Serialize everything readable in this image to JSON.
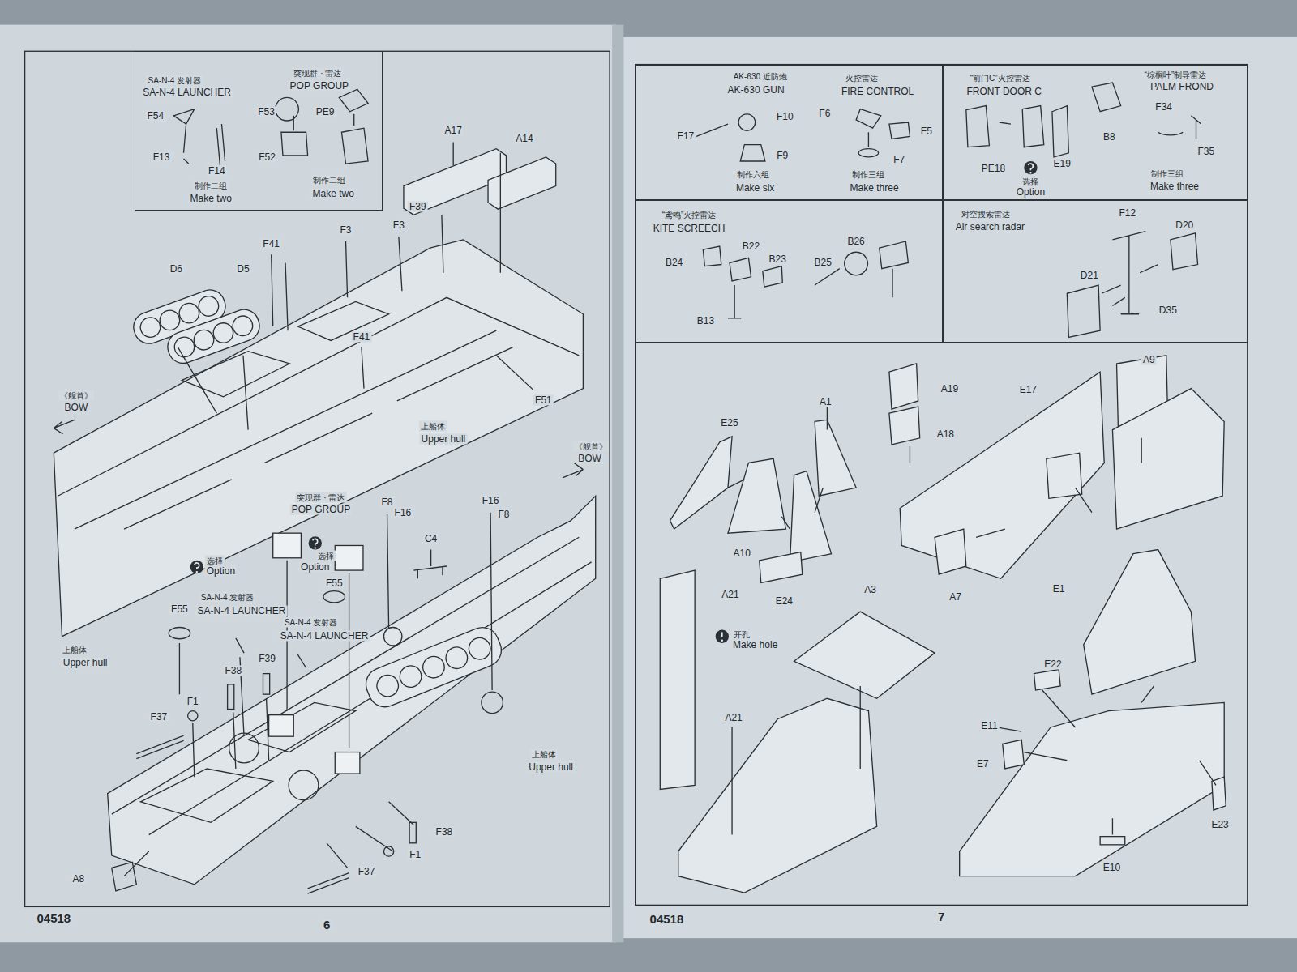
{
  "diagram": {
    "nodes": [
      {
        "text": [
          "SA-N-4 发射器",
          "SA-N-4 LAUNCHER",
          "突现群 · 雷达",
          "POP GROUP"
        ]
      },
      {
        "text": [
          "AK-630 近防炮",
          "AK-630 GUN",
          "火控雷达",
          "FIRE CONTROL"
        ]
      },
      {
        "text": [
          "“前门C”火控雷达",
          "FRONT DOOR C",
          "“棕榈叶”制导雷达",
          "PALM FROND"
        ]
      },
      {
        "text": [
          "“鸢鸣”火控雷达",
          "KITE SCREECH"
        ]
      },
      {
        "text": [
          "对空搜索雷达",
          "Air search radar"
        ]
      }
    ],
    "labels": [
      "F54",
      "F13",
      "F14",
      "制作二组",
      "Make two",
      "F53",
      "PE9",
      "F52",
      "制作二组",
      "Make two",
      "A17",
      "A14",
      "F39",
      "F3",
      "F3",
      "F41",
      "D6",
      "D5",
      "F41",
      "F51",
      "《舰首》",
      "BOW",
      "上船体",
      "Upper hull",
      "《舰首》",
      "BOW",
      "突现群 · 雷达",
      "POP GROUP",
      "F8",
      "F16",
      "F16",
      "F8",
      "C4",
      "选择",
      "Option",
      "选择",
      "Option",
      "SA-N-4 发射器",
      "SA-N-4 LAUNCHER",
      "F55",
      "F55",
      "SA-N-4 发射器",
      "SA-N-4 LAUNCHER",
      "上船体",
      "Upper hull",
      "F38",
      "F39",
      "F1",
      "F37",
      "上船体",
      "Upper hull",
      "F38",
      "F1",
      "F37",
      "A8",
      "04518",
      "6",
      "F10",
      "F17",
      "F9",
      "制作六组",
      "Make six",
      "F6",
      "F5",
      "F7",
      "制作三组",
      "Make three",
      "B8",
      "PE18",
      "E19",
      "选择",
      "Option",
      "F34",
      "F35",
      "制作三组",
      "Make three",
      "B22",
      "B26",
      "B24",
      "B23",
      "B25",
      "B13",
      "F12",
      "D20",
      "D21",
      "D35",
      "A9",
      "A19",
      "A1",
      "E17",
      "E25",
      "A18",
      "A10",
      "E24",
      "A7",
      "E1",
      "A3",
      "A21",
      "开孔",
      "Make hole",
      "A21",
      "E22",
      "E11",
      "E7",
      "E23",
      "E10",
      "04518",
      "7"
    ]
  }
}
